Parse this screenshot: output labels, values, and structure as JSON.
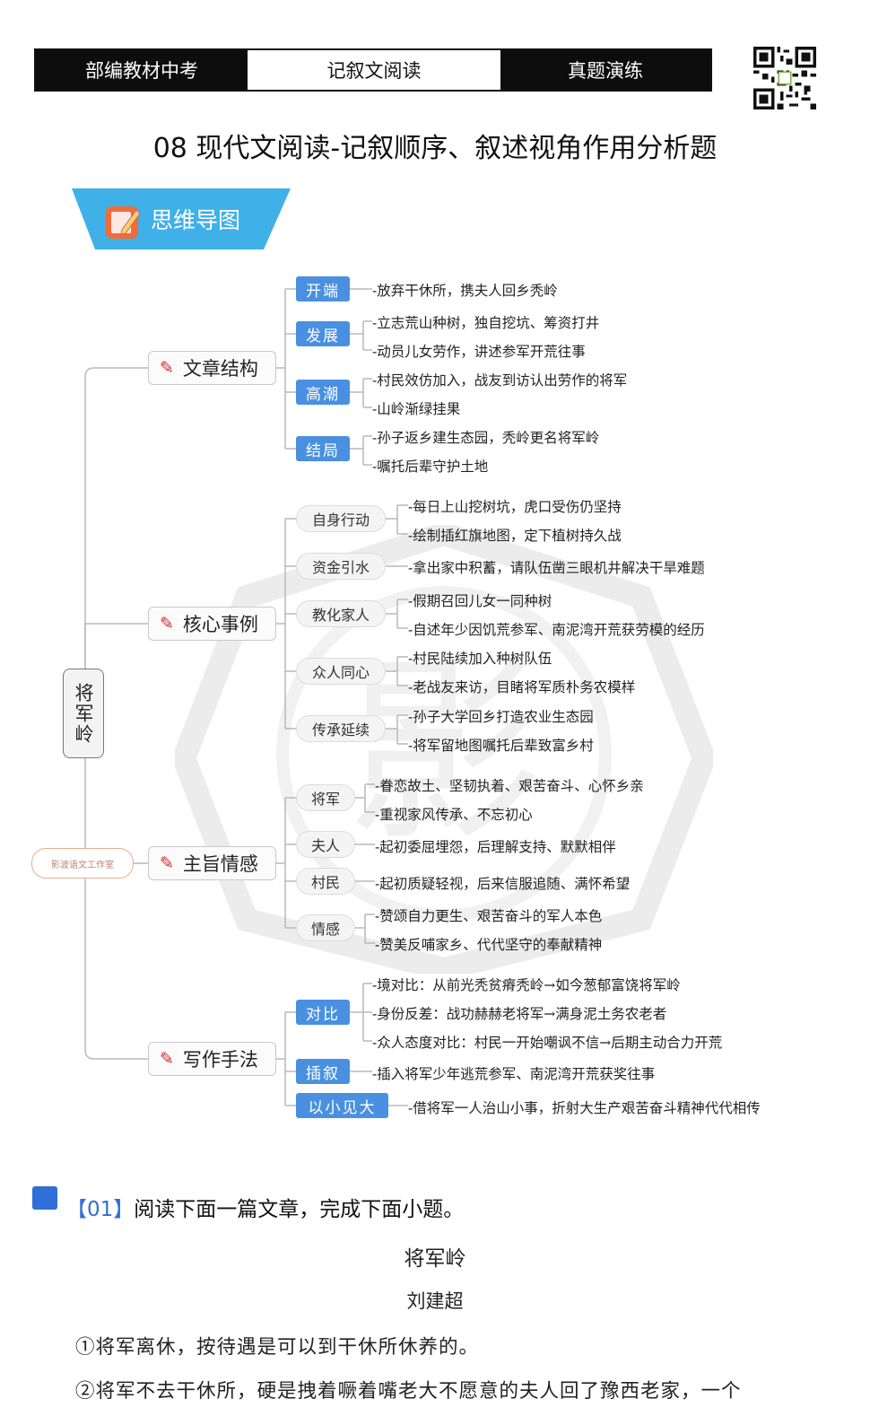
{
  "header": {
    "cells": [
      "部编教材中考",
      "记叙文阅读",
      "真题演练"
    ]
  },
  "page_title": "08 现代文阅读-记叙顺序、叙述视角作用分析题",
  "banner": {
    "label": "思维导图"
  },
  "mindmap": {
    "root": "将军岭",
    "stamp": "影波语文工作室",
    "branches": [
      {
        "label": "文章结构",
        "groups": [
          {
            "tag": "开端",
            "items": [
              "-放弃干休所，携夫人回乡秃岭"
            ]
          },
          {
            "tag": "发展",
            "items": [
              "-立志荒山种树，独自挖坑、筹资打井",
              "-动员儿女劳作，讲述参军开荒往事"
            ]
          },
          {
            "tag": "高潮",
            "items": [
              "-村民效仿加入，战友到访认出劳作的将军",
              "-山岭渐绿挂果"
            ]
          },
          {
            "tag": "结局",
            "items": [
              "-孙子返乡建生态园，秃岭更名将军岭",
              "-嘱托后辈守护土地"
            ]
          }
        ]
      },
      {
        "label": "核心事例",
        "groups": [
          {
            "tag": "自身行动",
            "items": [
              "-每日上山挖树坑，虎口受伤仍坚持",
              "-绘制插红旗地图，定下植树持久战"
            ]
          },
          {
            "tag": "资金引水",
            "items": [
              "-拿出家中积蓄，请队伍凿三眼机井解决干旱难题"
            ]
          },
          {
            "tag": "教化家人",
            "items": [
              "-假期召回儿女一同种树",
              "-自述年少因饥荒参军、南泥湾开荒获劳模的经历"
            ]
          },
          {
            "tag": "众人同心",
            "items": [
              "-村民陆续加入种树队伍",
              "-老战友来访，目睹将军质朴务农模样"
            ]
          },
          {
            "tag": "传承延续",
            "items": [
              "-孙子大学回乡打造农业生态园",
              "-将军留地图嘱托后辈致富乡村"
            ]
          }
        ]
      },
      {
        "label": "主旨情感",
        "groups": [
          {
            "tag": "将军",
            "items": [
              "-眷恋故土、坚韧执着、艰苦奋斗、心怀乡亲",
              "-重视家风传承、不忘初心"
            ]
          },
          {
            "tag": "夫人",
            "items": [
              "-起初委屈埋怨，后理解支持、默默相伴"
            ]
          },
          {
            "tag": "村民",
            "items": [
              "-起初质疑轻视，后来信服追随、满怀希望"
            ]
          },
          {
            "tag": "情感",
            "items": [
              "-赞颂自力更生、艰苦奋斗的军人本色",
              "-赞美反哺家乡、代代坚守的奉献精神"
            ]
          }
        ]
      },
      {
        "label": "写作手法",
        "groups": [
          {
            "tag": "对比",
            "items": [
              "-境对比：从前光秃贫瘠秃岭→如今葱郁富饶将军岭",
              "-身份反差：战功赫赫老将军→满身泥土务农老者",
              "-众人态度对比：村民一开始嘲讽不信→后期主动合力开荒"
            ]
          },
          {
            "tag": "插叙",
            "items": [
              "-插入将军少年逃荒参军、南泥湾开荒获奖往事"
            ]
          },
          {
            "tag": "以小见大",
            "items": [
              "-借将军一人治山小事，折射大生产艰苦奋斗精神代代相传"
            ]
          }
        ]
      }
    ]
  },
  "question": {
    "number": "【01】",
    "prompt": "阅读下面一篇文章，完成下面小题。",
    "article_title": "将军岭",
    "author": "刘建超",
    "paragraphs": [
      "①将军离休，按待遇是可以到干休所休养的。",
      "②将军不去干休所，硬是拽着噘着嘴老大不愿意的夫人回了豫西老家，一个"
    ]
  }
}
